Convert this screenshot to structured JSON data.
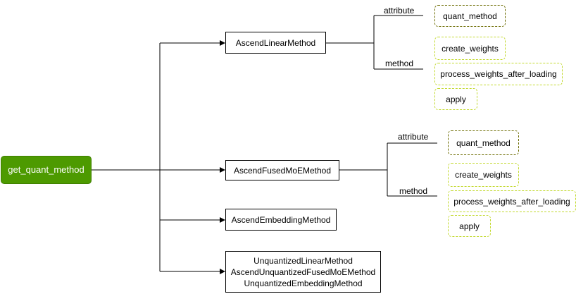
{
  "root": {
    "label": "get_quant_method"
  },
  "classes": {
    "linear": "AscendLinearMethod",
    "fused_moe": "AscendFusedMoEMethod",
    "embedding": "AscendEmbeddingMethod",
    "unquantized": [
      "UnquantizedLinearMethod",
      "AscendUnquantizedFusedMoEMethod",
      "UnquantizedEmbeddingMethod"
    ]
  },
  "linear_members": {
    "attribute_label": "attribute",
    "method_label": "method",
    "attributes": [
      "quant_method"
    ],
    "methods": [
      "create_weights",
      "process_weights_after_loading",
      "apply"
    ]
  },
  "fused_moe_members": {
    "attribute_label": "attribute",
    "method_label": "method",
    "attributes": [
      "quant_method"
    ],
    "methods": [
      "create_weights",
      "process_weights_after_loading",
      "apply"
    ]
  },
  "colors": {
    "root_fill": "#4d9a00",
    "attribute_border": "#6b6b00",
    "method_border": "#c2d92e"
  }
}
